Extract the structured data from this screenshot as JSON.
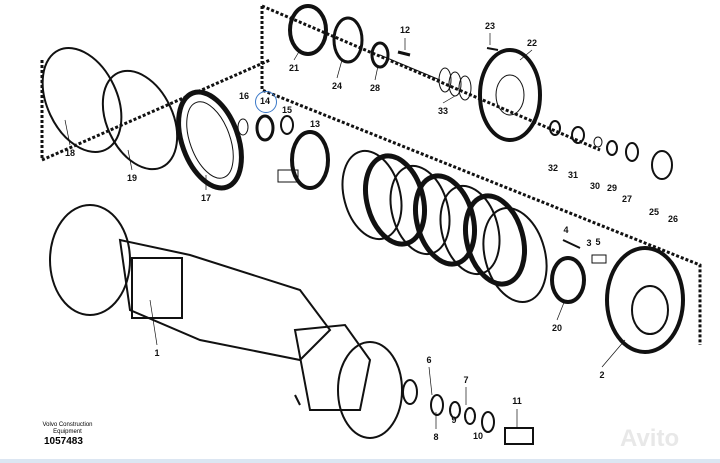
{
  "diagram": {
    "highlighted_part": "14",
    "highlight_color": "#3a78c8",
    "parts": [
      "1",
      "2",
      "3",
      "4",
      "5",
      "6",
      "7",
      "8",
      "9",
      "10",
      "11",
      "12",
      "13",
      "14",
      "15",
      "16",
      "17",
      "18",
      "19",
      "20",
      "21",
      "22",
      "23",
      "24",
      "25",
      "26",
      "27",
      "28",
      "29",
      "30",
      "31",
      "32",
      "33"
    ]
  },
  "footer": {
    "company": "Volvo Construction Equipment",
    "drawing_number": "1057483"
  },
  "watermark": "Avito"
}
